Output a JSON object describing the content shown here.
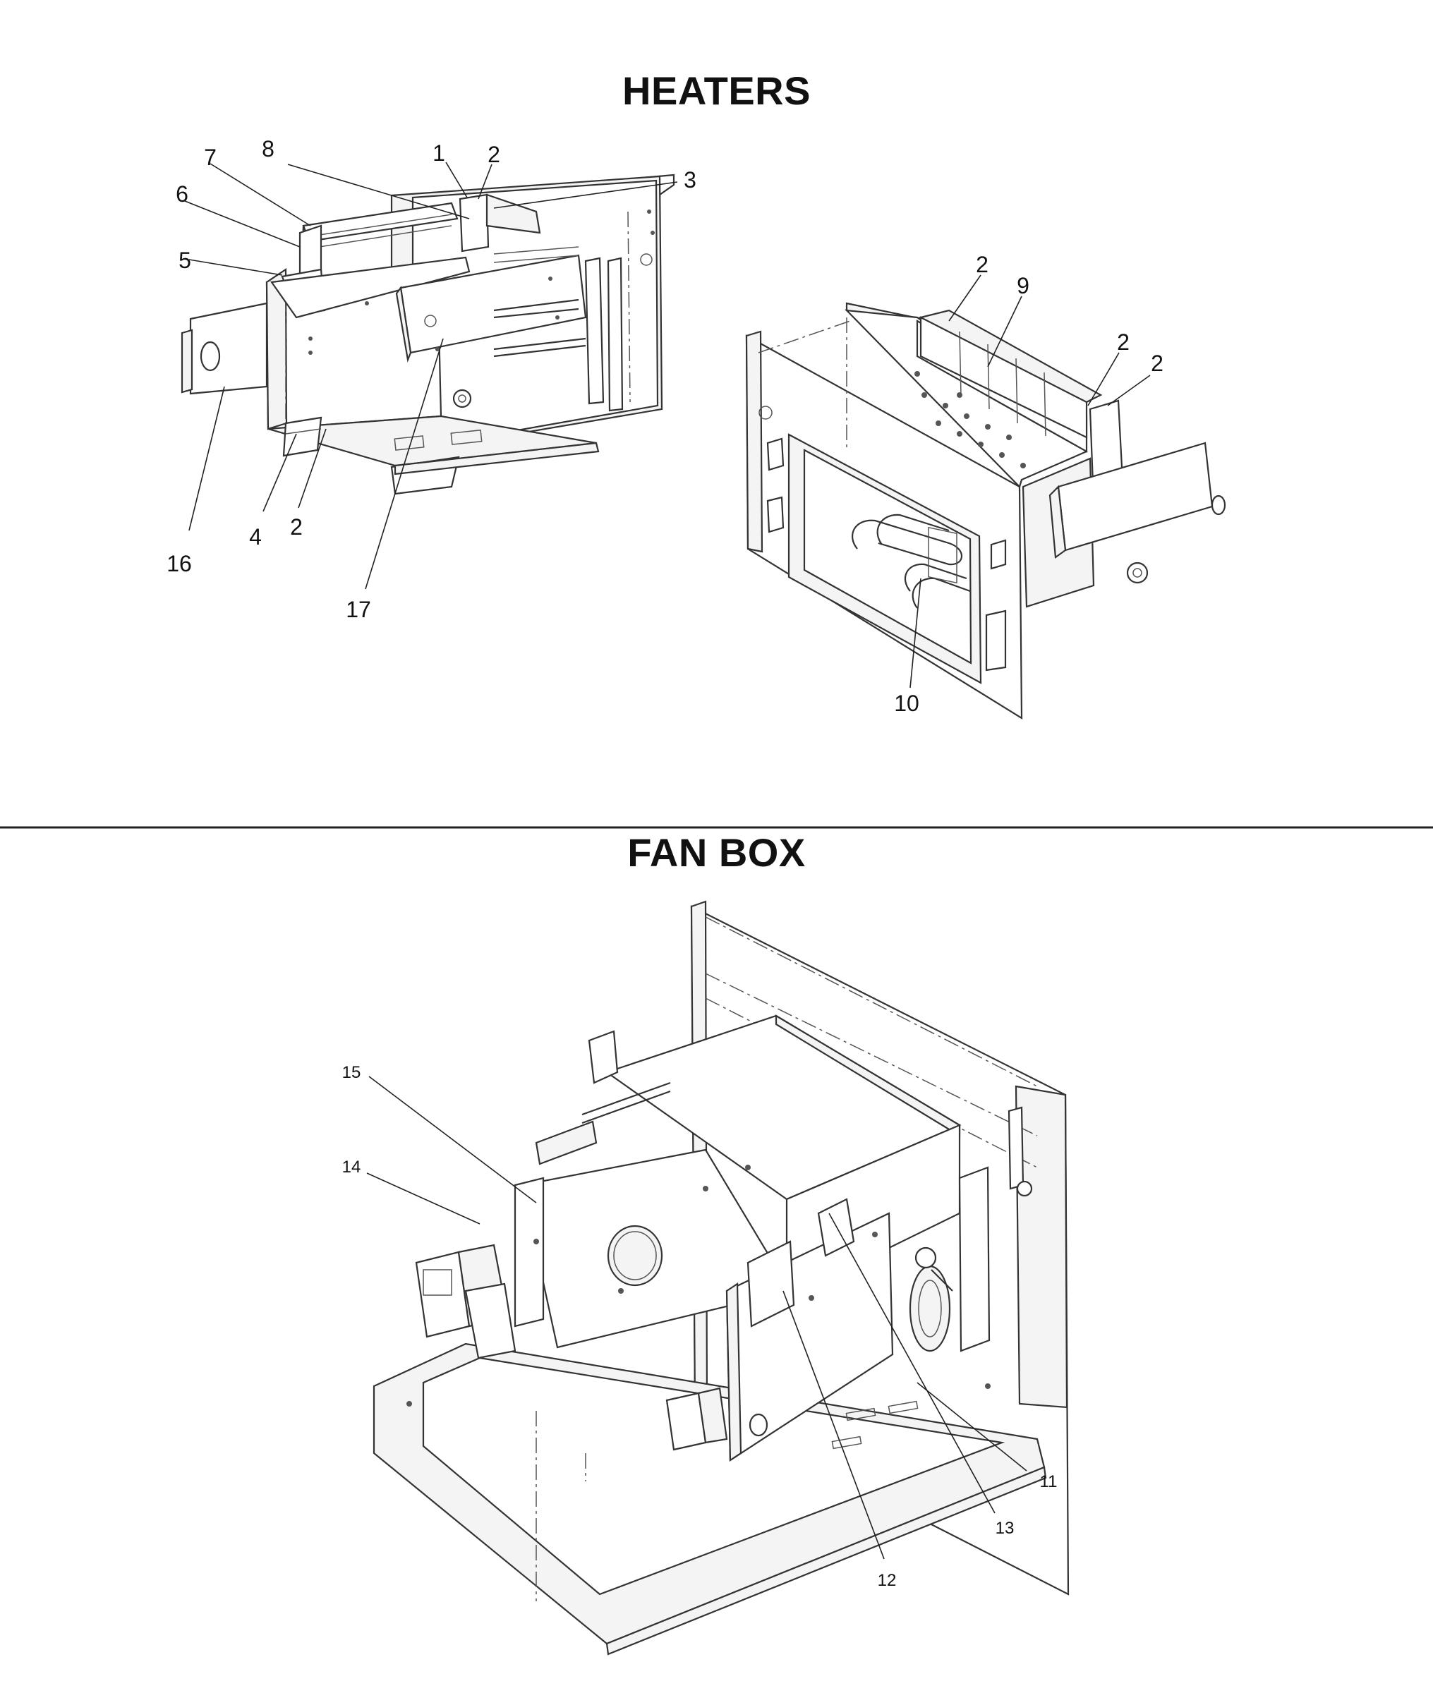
{
  "sections": {
    "heaters": {
      "title": "HEATERS"
    },
    "fan_box": {
      "title": "FAN BOX"
    }
  },
  "callouts": {
    "heaters_left": [
      "1",
      "2",
      "3",
      "5",
      "6",
      "7",
      "8",
      "16",
      "4",
      "2",
      "17"
    ],
    "heaters_right": [
      "2",
      "9",
      "2",
      "2",
      "10"
    ],
    "fan_box": [
      "15",
      "14",
      "11",
      "13",
      "12"
    ]
  }
}
